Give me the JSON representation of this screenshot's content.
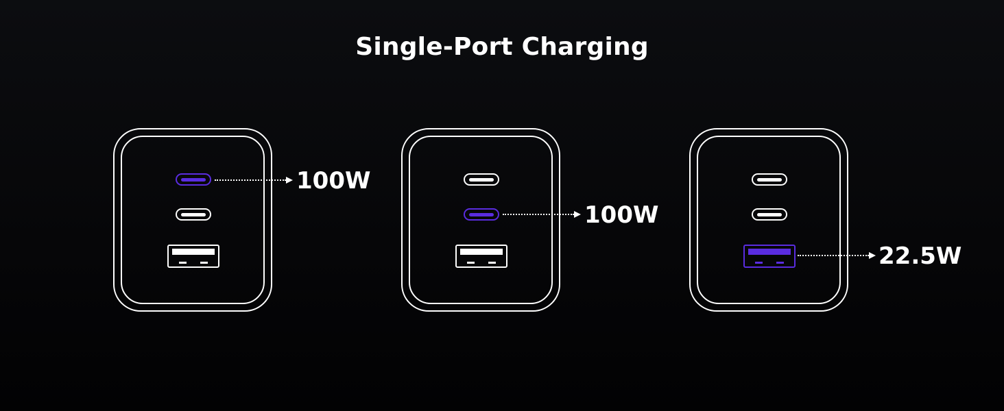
{
  "title": "Single-Port Charging",
  "accent_color": "#5a2ce0",
  "chargers": [
    {
      "ports": [
        "USB-C1",
        "USB-C2",
        "USB-A"
      ],
      "active_port": "USB-C1",
      "output": "100W"
    },
    {
      "ports": [
        "USB-C1",
        "USB-C2",
        "USB-A"
      ],
      "active_port": "USB-C2",
      "output": "100W"
    },
    {
      "ports": [
        "USB-C1",
        "USB-C2",
        "USB-A"
      ],
      "active_port": "USB-A",
      "output": "22.5W"
    }
  ]
}
